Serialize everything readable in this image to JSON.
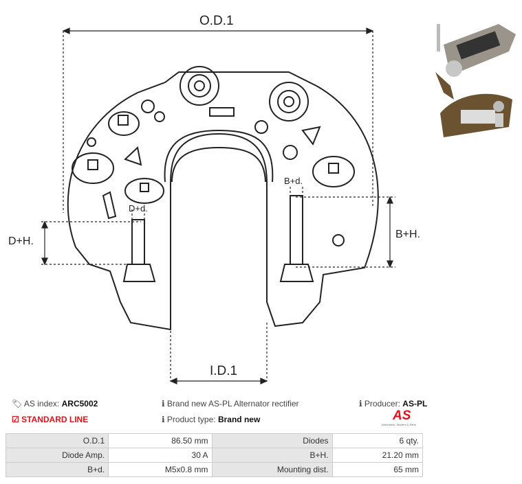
{
  "dimensions": {
    "od1": "O.D.1",
    "id1": "I.D.1",
    "dh": "D+H.",
    "bh": "B+H.",
    "bd": "B+d.",
    "dd": "D+d."
  },
  "info": {
    "as_index_label": "AS index:",
    "as_index_value": "ARC5002",
    "standard_line": "STANDARD LINE",
    "description": "Brand new AS-PL Alternator rectifier",
    "product_type_label": "Product type:",
    "product_type_value": "Brand new",
    "producer_label": "Producer:",
    "producer_value": "AS-PL",
    "logo_text": "AS",
    "logo_tagline": "Alternators, Starters & Parts"
  },
  "specs": [
    [
      {
        "k": "O.D.1",
        "v": "86.50 mm"
      },
      {
        "k": "Diodes",
        "v": "6 qty."
      }
    ],
    [
      {
        "k": "Diode Amp.",
        "v": "30 A"
      },
      {
        "k": "B+H.",
        "v": "21.20 mm"
      }
    ],
    [
      {
        "k": "B+d.",
        "v": "M5x0.8 mm"
      },
      {
        "k": "Mounting dist.",
        "v": "65 mm"
      }
    ]
  ],
  "colors": {
    "accent": "#e3101a",
    "header_bg": "#e6e6e6"
  }
}
